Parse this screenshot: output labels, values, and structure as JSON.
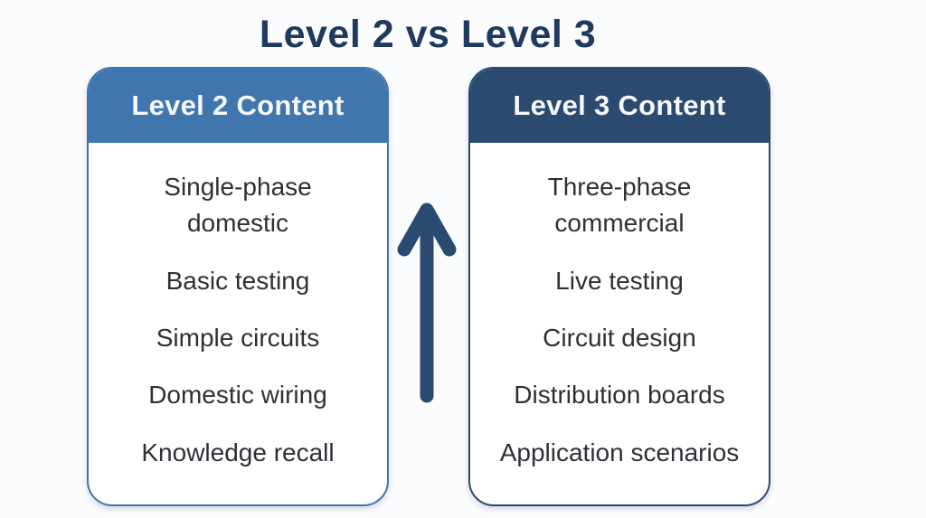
{
  "title": "Level 2 vs Level 3",
  "colors": {
    "background": "#fbfcfd",
    "title_text": "#1e3a5f",
    "left_header_bg": "#4076ad",
    "right_header_bg": "#2b4a6f",
    "left_card_border": "#4076ad",
    "right_card_border": "#2b4a6f",
    "card_body_bg": "#ffffff",
    "header_text": "#f5f7fa",
    "item_text": "#2d3136",
    "arrow": "#2b4a6f"
  },
  "cards": [
    {
      "header": "Level 2 Content",
      "items": [
        "Single-phase domestic",
        "Basic testing",
        "Simple circuits",
        "Domestic wiring",
        "Knowledge recall"
      ]
    },
    {
      "header": "Level 3 Content",
      "items": [
        "Three-phase commercial",
        "Live testing",
        "Circuit design",
        "Distribution boards",
        "Application scenarios"
      ]
    }
  ],
  "arrow_icon": "up-arrow"
}
